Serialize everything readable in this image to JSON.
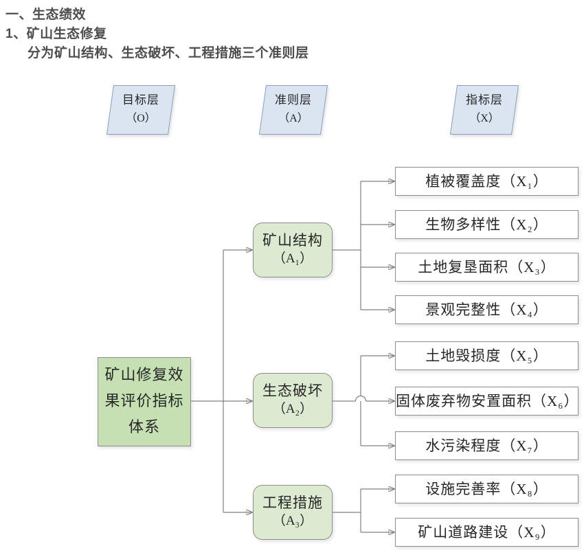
{
  "header": {
    "section": "一、生态绩效",
    "subsection": "1、矿山生态修复",
    "description": "分为矿山结构、生态破坏、工程措施三个准则层"
  },
  "layer_tags": [
    {
      "name": "目标层",
      "symbol": "（O）"
    },
    {
      "name": "准则层",
      "symbol": "（A）"
    },
    {
      "name": "指标层",
      "symbol": "（X）"
    }
  ],
  "goal": {
    "full_text": "矿山修复效果评价指标体系",
    "lines": [
      "矿山修复效",
      "果评价指标",
      "体系"
    ]
  },
  "criteria": [
    {
      "name": "矿山结构",
      "symbol": "（A₁）"
    },
    {
      "name": "生态破坏",
      "symbol": "（A₂）"
    },
    {
      "name": "工程措施",
      "symbol": "（A₃）"
    }
  ],
  "indicators": [
    "植被覆盖度（X₁）",
    "生物多样性（X₂）",
    "土地复垦面积（X₃）",
    "景观完整性（X₄）",
    "土地毁损度（X₅）",
    "固体废弃物安置面积（X₆）",
    "水污染程度（X₇）",
    "设施完善率（X₈）",
    "矿山道路建设（X₉）"
  ],
  "colors": {
    "goal_fill": "#c6e0b4",
    "criterion_fill": "#dcead2",
    "indicator_fill": "#ffffff",
    "layer_tag_fill": "#dbe5f1",
    "line": "#808080",
    "arrowhead": "#111111",
    "heading_text": "#4d4d4d",
    "diagram_text": "#262626"
  }
}
